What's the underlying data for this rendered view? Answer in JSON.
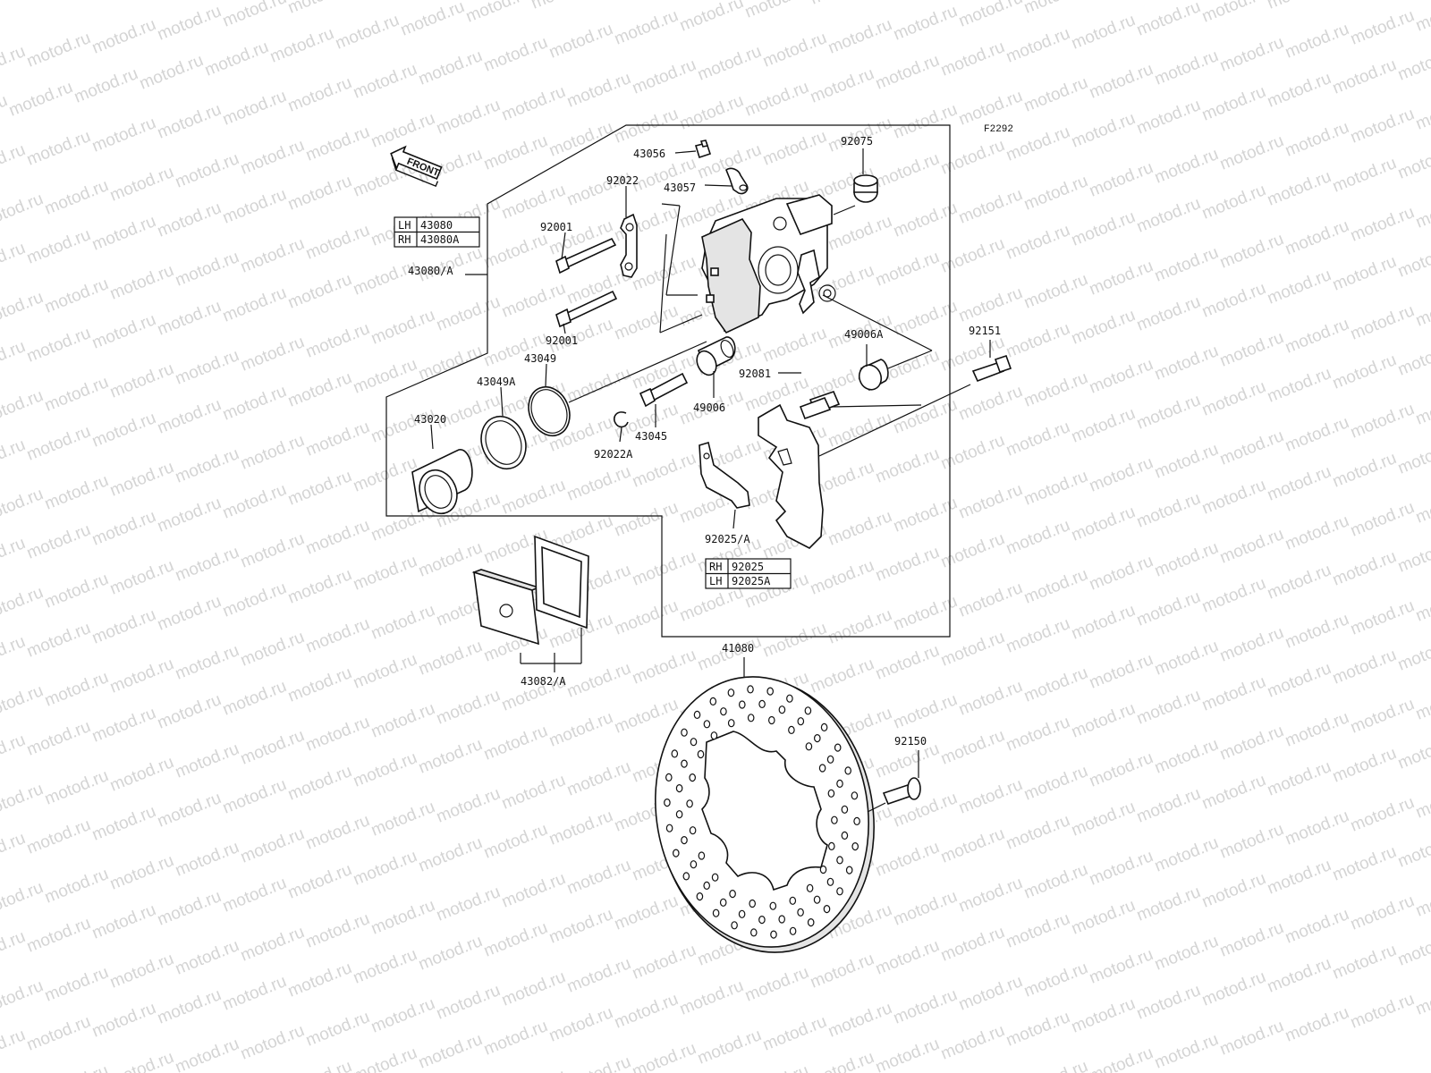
{
  "figure_code": "F2292",
  "watermark": "motod.ru",
  "front_label": "FRONT",
  "callouts": {
    "p43056": "43056",
    "p43057": "43057",
    "p92075": "92075",
    "p92022": "92022",
    "p92001a": "92001",
    "p92001b": "92001",
    "p43080a": "43080/A",
    "p43049": "43049",
    "p43049a": "43049A",
    "p43020": "43020",
    "p49006a": "49006A",
    "p92081": "92081",
    "p49006": "49006",
    "p43045": "43045",
    "p92022a": "92022A",
    "p92151": "92151",
    "p92025a": "92025/A",
    "p43082a": "43082/A",
    "p41080": "41080",
    "p92150": "92150"
  },
  "table_43080": [
    {
      "side": "LH",
      "part": "43080"
    },
    {
      "side": "RH",
      "part": "43080A"
    }
  ],
  "table_92025": [
    {
      "side": "RH",
      "part": "92025"
    },
    {
      "side": "LH",
      "part": "92025A"
    }
  ]
}
